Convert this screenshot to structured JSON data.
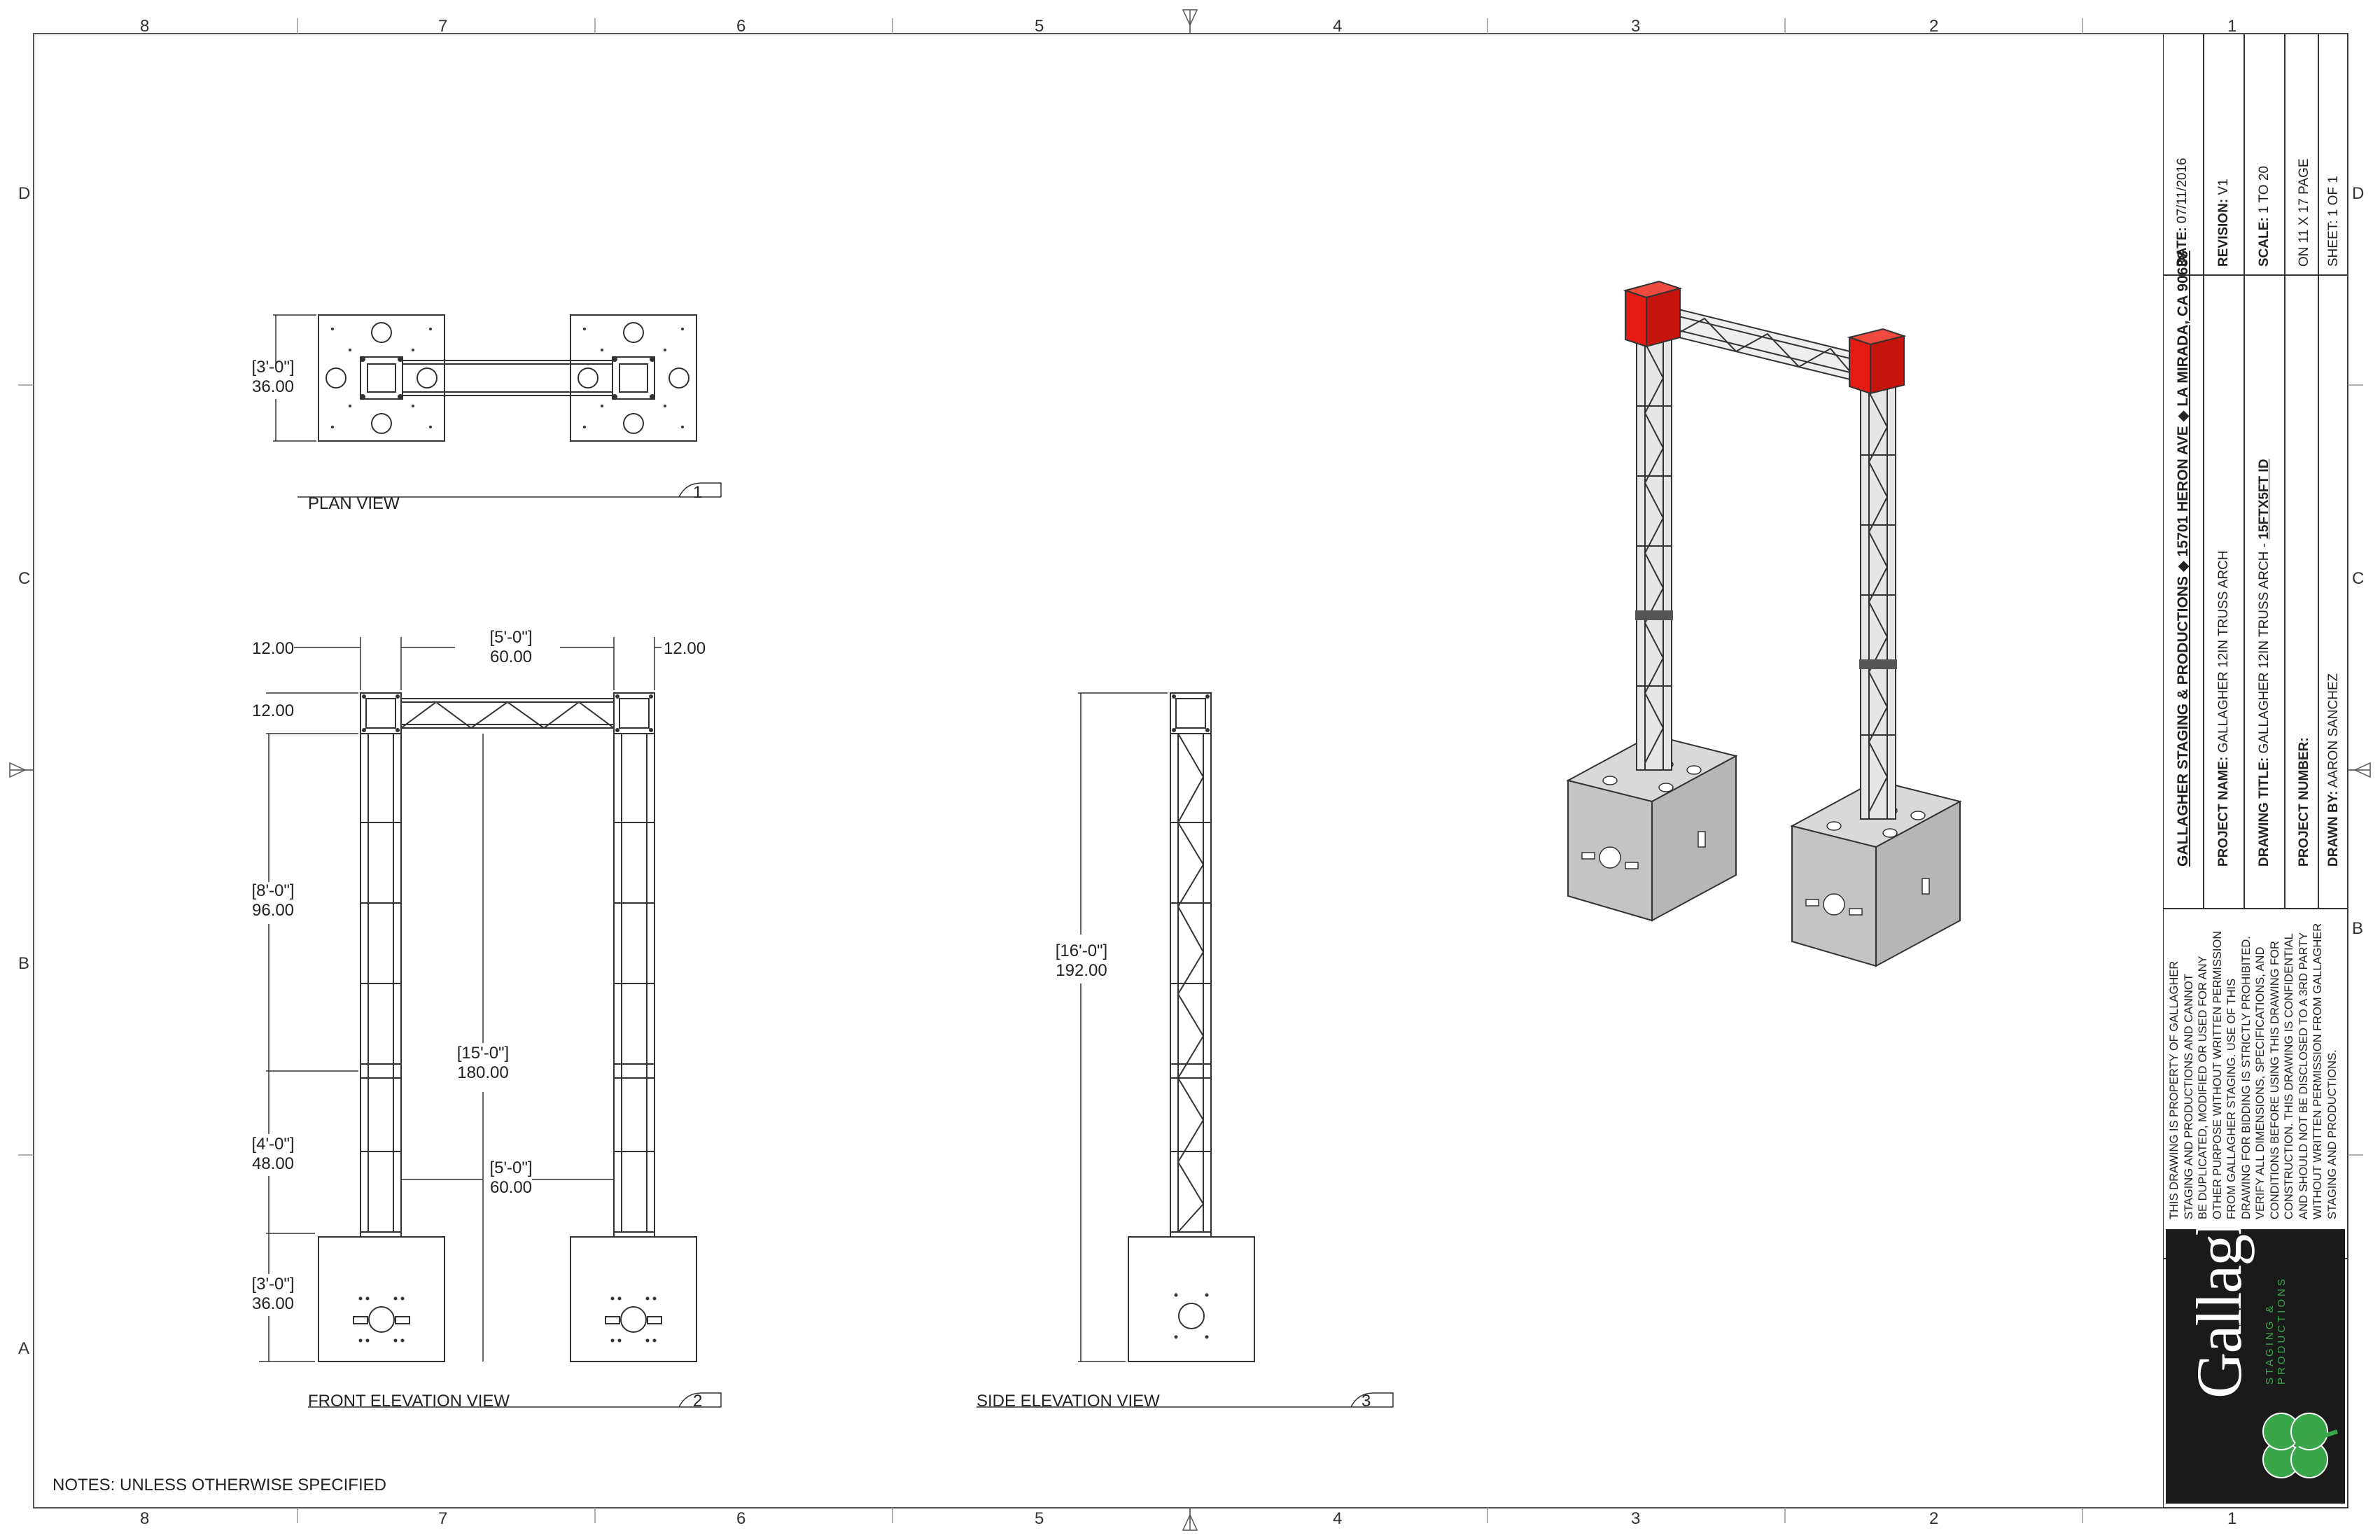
{
  "grid": {
    "columns": [
      "8",
      "7",
      "6",
      "5",
      "4",
      "3",
      "2",
      "1"
    ],
    "rows": [
      "D",
      "C",
      "B",
      "A"
    ]
  },
  "views": {
    "plan": {
      "title": "PLAN VIEW",
      "number": "1"
    },
    "front": {
      "title": "FRONT ELEVATION VIEW",
      "number": "2"
    },
    "side": {
      "title": "SIDE ELEVATION VIEW",
      "number": "3"
    }
  },
  "dimensions": {
    "plan_depth": {
      "ft": "[3'-0\"]",
      "in": "36.00"
    },
    "top_span": {
      "ft": "[5'-0\"]",
      "in": "60.00"
    },
    "left_width": "12.00",
    "right_width": "12.00",
    "top_height": "12.00",
    "upper_leg": {
      "ft": "[8'-0\"]",
      "in": "96.00"
    },
    "leg_total": {
      "ft": "[15'-0\"]",
      "in": "180.00"
    },
    "lower_leg": {
      "ft": "[4'-0\"]",
      "in": "48.00"
    },
    "inner_span": {
      "ft": "[5'-0\"]",
      "in": "60.00"
    },
    "base_height": {
      "ft": "[3'-0\"]",
      "in": "36.00"
    },
    "side_total": {
      "ft": "[16'-0\"]",
      "in": "192.00"
    }
  },
  "notes": "NOTES: UNLESS OTHERWISE SPECIFIED",
  "title_block": {
    "company_line": "GALLAGHER STAGING & PRODUCTIONS ◆ 15701 HERON AVE ◆ LA MIRADA, CA 90638",
    "date_label": "DATE:",
    "date_value": "07/11/2016",
    "revision_label": "REVISION:",
    "revision_value": "V1",
    "scale_label": "SCALE:",
    "scale_value": "1 TO 20",
    "page_size": "ON 11 X 17 PAGE",
    "sheet": "SHEET: 1 OF 1",
    "project_name_label": "PROJECT NAME:",
    "project_name_value": "GALLAGHER 12IN TRUSS ARCH",
    "drawing_title_label": "DRAWING TITLE:",
    "drawing_title_value": "GALLAGHER 12IN TRUSS ARCH - ",
    "drawing_title_id": "15FTX5FT ID",
    "project_number_label": "PROJECT NUMBER:",
    "drawn_by_label": "DRAWN BY:",
    "drawn_by_value": "AARON SANCHEZ",
    "disclaimer": [
      "THIS DRAWING IS PROPERTY OF GALLAGHER",
      "STAGING AND PRODUCTIONS AND CANNOT",
      "BE DUPLICATED, MODIFIED OR USED FOR ANY",
      "OTHER PURPOSE WITHOUT WRITTEN PERMISSION",
      "FROM GALLAGHER STAGING. USE OF THIS",
      "DRAWING FOR BIDDING IS STRICTLY PROHIBITED.",
      "VERIFY ALL DIMENSIONS, SPECIFICATIONS, AND",
      "CONDITIONS BEFORE USING THIS DRAWING FOR",
      "CONSTRUCTION. THIS DRAWING IS CONFIDENTIAL",
      "AND SHOULD NOT BE DISCLOSED TO A 3RD PARTY",
      "WITHOUT WRITTEN PERMISSION FROM GALLAGHER",
      "STAGING AND PRODUCTIONS."
    ],
    "logo_name": "Gallagher",
    "logo_sub": "STAGING & PRODUCTIONS"
  },
  "colors": {
    "ink": "#222222",
    "truss_end": "#e31b12",
    "base_fill": "#c9c9c9",
    "logo_bg": "#1a1a1a",
    "logo_clover": "#3aa64a"
  },
  "icons": [
    "clover-icon",
    "center-mark-icon"
  ]
}
